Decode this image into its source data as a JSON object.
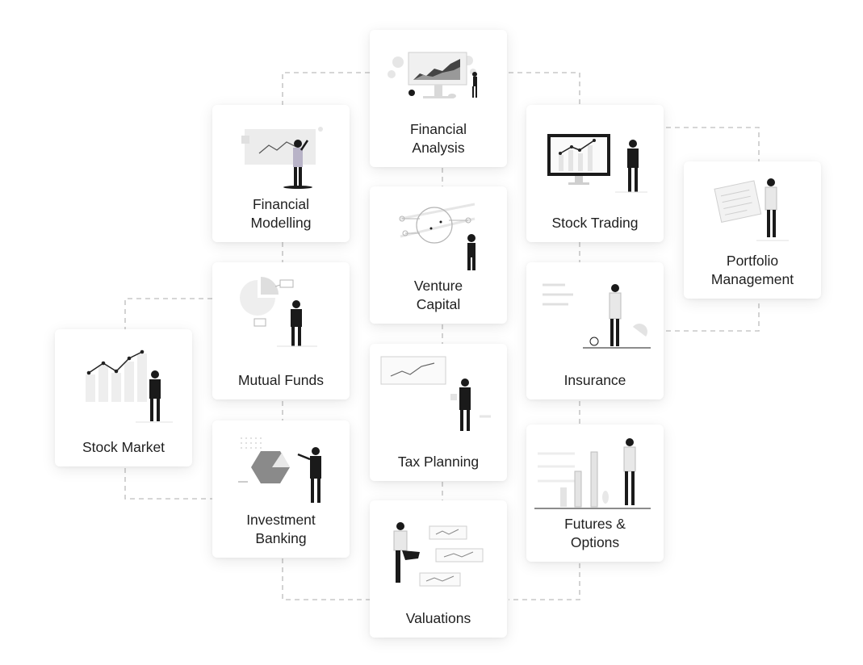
{
  "cards": [
    {
      "id": "financial-analysis",
      "label": "Financial\nAnalysis"
    },
    {
      "id": "financial-modelling",
      "label": "Financial\nModelling"
    },
    {
      "id": "stock-trading",
      "label": "Stock Trading"
    },
    {
      "id": "portfolio-management",
      "label": "Portfolio\nManagement"
    },
    {
      "id": "venture-capital",
      "label": "Venture\nCapital"
    },
    {
      "id": "mutual-funds",
      "label": "Mutual Funds"
    },
    {
      "id": "insurance",
      "label": "Insurance"
    },
    {
      "id": "stock-market",
      "label": "Stock Market"
    },
    {
      "id": "tax-planning",
      "label": "Tax Planning"
    },
    {
      "id": "investment-banking",
      "label": "Investment\nBanking"
    },
    {
      "id": "futures-options",
      "label": "Futures &\nOptions"
    },
    {
      "id": "valuations",
      "label": "Valuations"
    }
  ],
  "colors": {
    "card_bg": "#ffffff",
    "connector": "#c8c8c8",
    "figure_dark": "#1a1a1a",
    "illustration_gray": "#d9d9d9",
    "accent_pink": "#e48a8a"
  }
}
